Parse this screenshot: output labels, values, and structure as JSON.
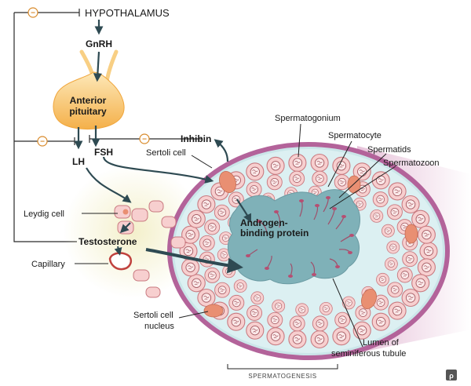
{
  "labels": {
    "hypothalamus": "HYPOTHALAMUS",
    "gnrh": "GnRH",
    "anterior": "Anterior",
    "pituitary": "pituitary",
    "fsh": "FSH",
    "lh": "LH",
    "inhibin": "Inhibin",
    "sertoli_cell": "Sertoli cell",
    "spermatogonium": "Spermatogonium",
    "spermatocyte": "Spermatocyte",
    "spermatids": "Spermatids",
    "spermatozoon": "Spermatozoon",
    "leydig_cell": "Leydig cell",
    "androgen_1": "Androgen-",
    "androgen_2": "binding protein",
    "testosterone": "Testosterone",
    "capillary": "Capillary",
    "sertoli_nucleus_1": "Sertoli cell",
    "sertoli_nucleus_2": "nucleus",
    "lumen_1": "Lumen of",
    "lumen_2": "seminiferous tubule",
    "spermatogenesis": "SPERMATOGENESIS"
  },
  "inhibition_symbol": "−",
  "colors": {
    "arrow": "#2e4a52",
    "feedback_circle": "#d98a2a",
    "pituitary": "#f5b545",
    "tubule_wall": "#b3639a",
    "tubule_fill": "#d9eef0",
    "lumen": "#7fb1b8",
    "cell_fill": "#f7cfcf",
    "cell_stroke": "#c97a80",
    "nucleus": "#e98f72"
  }
}
